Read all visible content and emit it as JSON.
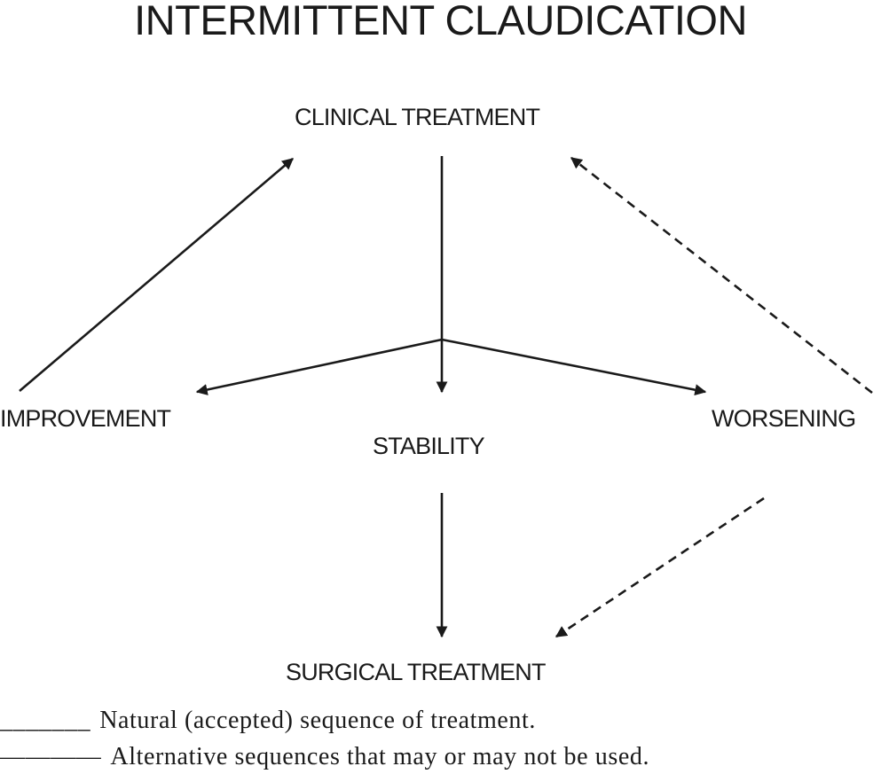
{
  "title": "INTERMITTENT CLAUDICATION",
  "nodes": {
    "clinical": "CLINICAL TREATMENT",
    "improvement": "IMPROVEMENT",
    "stability": "STABILITY",
    "worsening": "WORSENING",
    "surgical": "SURGICAL TREATMENT"
  },
  "legend": {
    "solid_mark": "_______",
    "solid_text": "Natural (accepted) sequence of treatment.",
    "dashed_mark": "————",
    "dashed_text": "Alternative sequences that may or may not be used."
  }
}
